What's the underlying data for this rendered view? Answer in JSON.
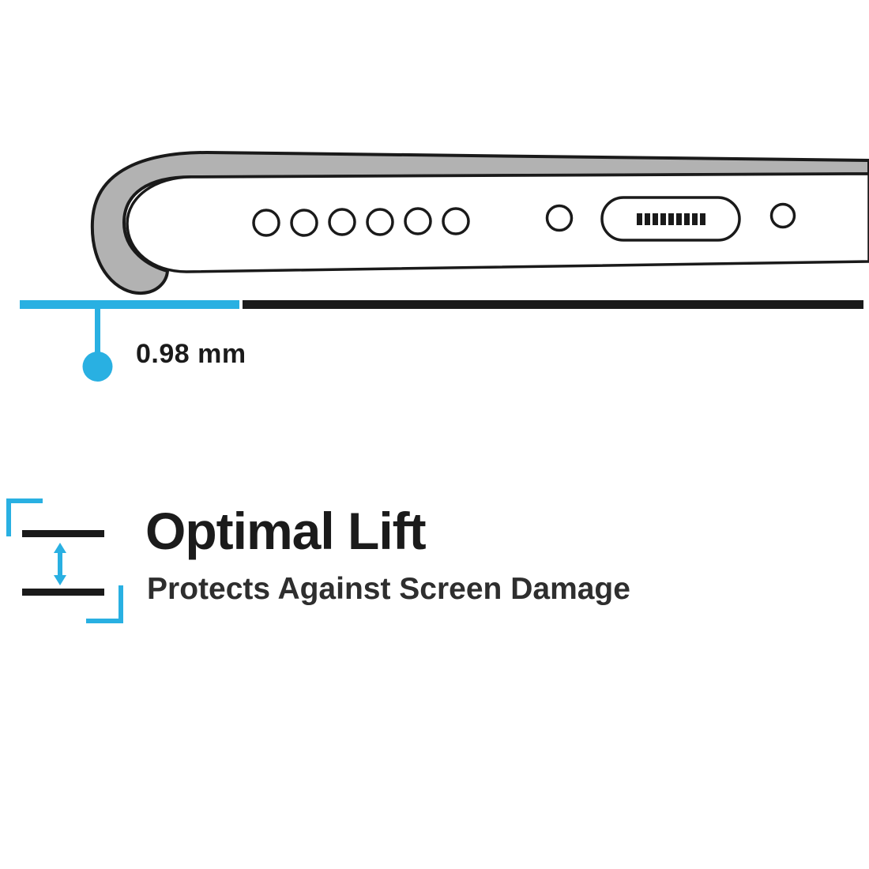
{
  "illustration": {
    "measurement_label": "0.98 mm"
  },
  "feature": {
    "title": "Optimal Lift",
    "subtitle": "Protects Against Screen Damage"
  },
  "icons": {
    "lift_icon": "double-arrow-between-lines",
    "measurement_marker": "filled-circle-callout"
  },
  "colors": {
    "accent_cyan": "#29b0e2",
    "case_gray": "#b2b2b2",
    "outline_black": "#1a1a1a",
    "text_black": "#1b1b1b"
  }
}
